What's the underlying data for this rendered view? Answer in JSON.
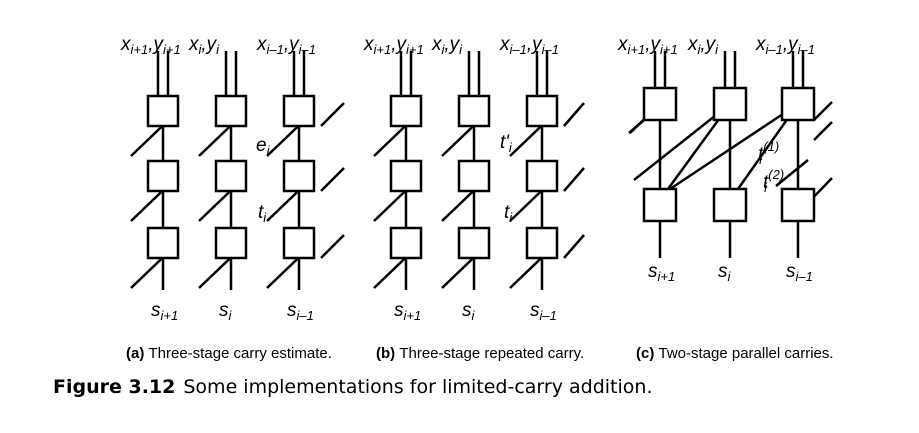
{
  "panels": {
    "a": {
      "inputs": [
        {
          "base": "x",
          "sub": "i+1",
          "base2": "y",
          "sub2": "i+1",
          "sep": ","
        },
        {
          "base": "x",
          "sub": "i",
          "base2": "y",
          "sub2": "i",
          "sep": ","
        },
        {
          "base": "x",
          "sub": "i–1",
          "base2": "y",
          "sub2": "i–1",
          "sep": ","
        }
      ],
      "outputs": [
        {
          "base": "s",
          "sub": "i+1"
        },
        {
          "base": "s",
          "sub": "i"
        },
        {
          "base": "s",
          "sub": "i–1"
        }
      ],
      "signals": [
        {
          "base": "e",
          "sub": "i"
        },
        {
          "base": "t",
          "sub": "i"
        }
      ],
      "caption_tag": "(a)",
      "caption_text": "Three-stage carry estimate."
    },
    "b": {
      "inputs": [
        {
          "base": "x",
          "sub": "i+1",
          "base2": "y",
          "sub2": "i+1",
          "sep": ","
        },
        {
          "base": "x",
          "sub": "i",
          "base2": "y",
          "sub2": "i",
          "sep": ","
        },
        {
          "base": "x",
          "sub": "i–1",
          "base2": "y",
          "sub2": "i–1",
          "sep": ","
        }
      ],
      "outputs": [
        {
          "base": "s",
          "sub": "i+1"
        },
        {
          "base": "s",
          "sub": "i"
        },
        {
          "base": "s",
          "sub": "i–1"
        }
      ],
      "signals": [
        {
          "base": "t'",
          "sub": "i"
        },
        {
          "base": "t",
          "sub": "i"
        }
      ],
      "caption_tag": "(b)",
      "caption_text": "Three-stage repeated carry."
    },
    "c": {
      "inputs": [
        {
          "base": "x",
          "sub": "i+1",
          "base2": "y",
          "sub2": "i+1",
          "sep": ","
        },
        {
          "base": "x",
          "sub": "i",
          "base2": "y",
          "sub2": "i",
          "sep": ","
        },
        {
          "base": "x",
          "sub": "i–1",
          "base2": "y",
          "sub2": "i–1",
          "sep": ","
        }
      ],
      "outputs": [
        {
          "base": "s",
          "sub": "i+1"
        },
        {
          "base": "s",
          "sub": "i"
        },
        {
          "base": "s",
          "sub": "i–1"
        }
      ],
      "signals": [
        {
          "base": "t",
          "sub": "i",
          "sup": "(1)"
        },
        {
          "base": "t",
          "sub": "i",
          "sup": "(2)"
        }
      ],
      "caption_tag": "(c)",
      "caption_text": "Two-stage parallel carries."
    }
  },
  "figure_caption": {
    "label": "Figure 3.12",
    "text": "Some implementations for limited-carry addition."
  }
}
